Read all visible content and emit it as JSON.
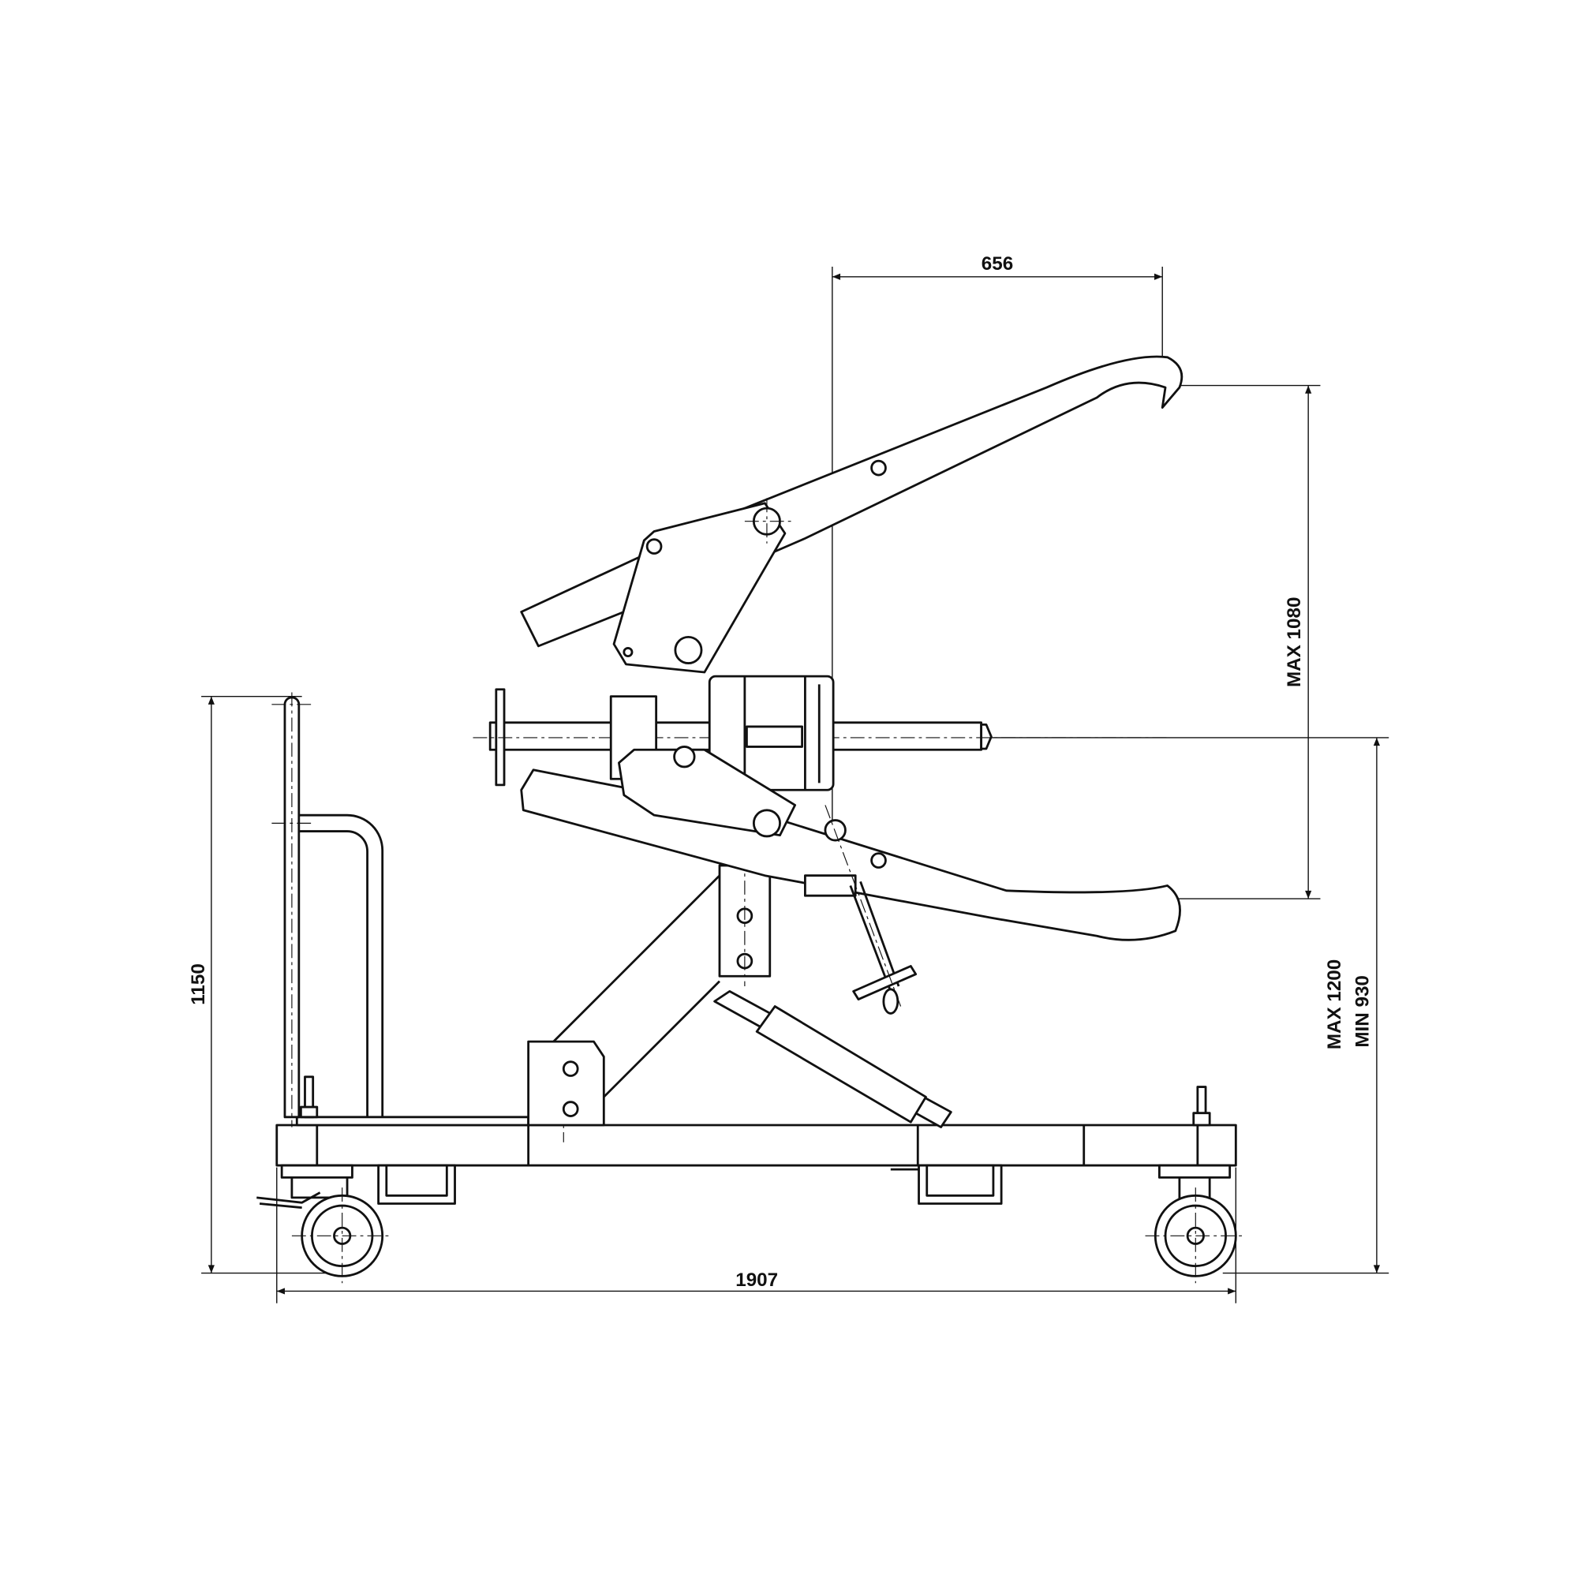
{
  "drawing": {
    "title": "Mobile gearbox / transmission lift – side elevation",
    "dimensions": {
      "arm_reach": "656",
      "arm_opening": "MAX 1080",
      "handle_height": "1150",
      "shaft_height_max": "MAX 1200",
      "shaft_height_min": "MIN 930",
      "overall_length": "1907"
    }
  }
}
